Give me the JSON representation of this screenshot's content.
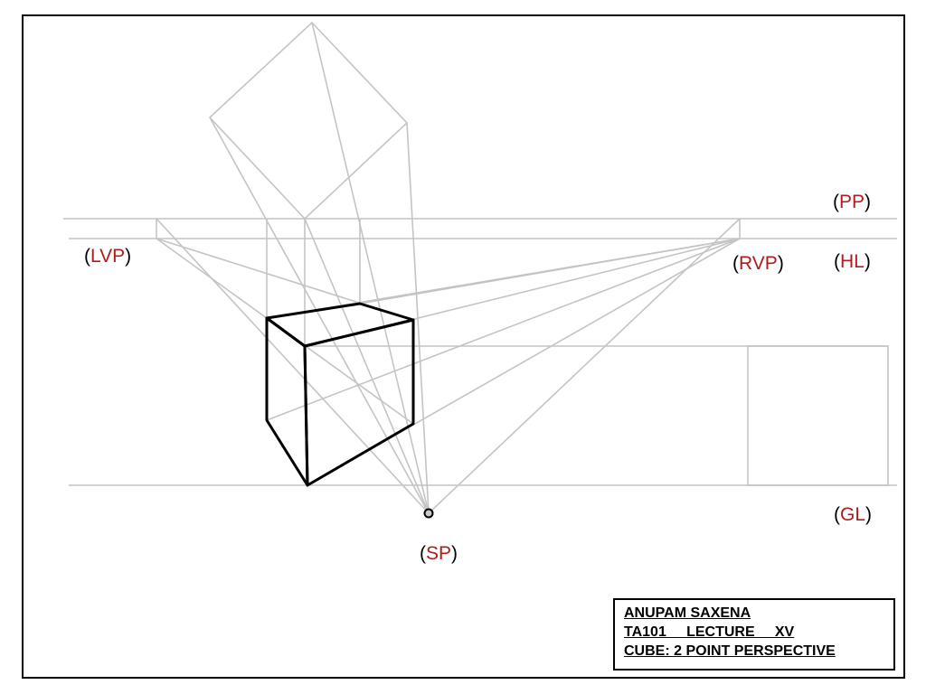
{
  "labels": {
    "pp": "PP",
    "hl": "HL",
    "lvp": "LVP",
    "rvp": "RVP",
    "gl": "GL",
    "sp": "SP"
  },
  "title_block": {
    "author": "ANUPAM SAXENA",
    "course": "TA101     LECTURE     XV",
    "topic": "CUBE: 2 POINT PERSPECTIVE"
  },
  "colors": {
    "construction_lines": "#c4c4c4",
    "cube_edges": "#000000",
    "label_abbreviation": "#b01c1c",
    "border": "#000000"
  }
}
